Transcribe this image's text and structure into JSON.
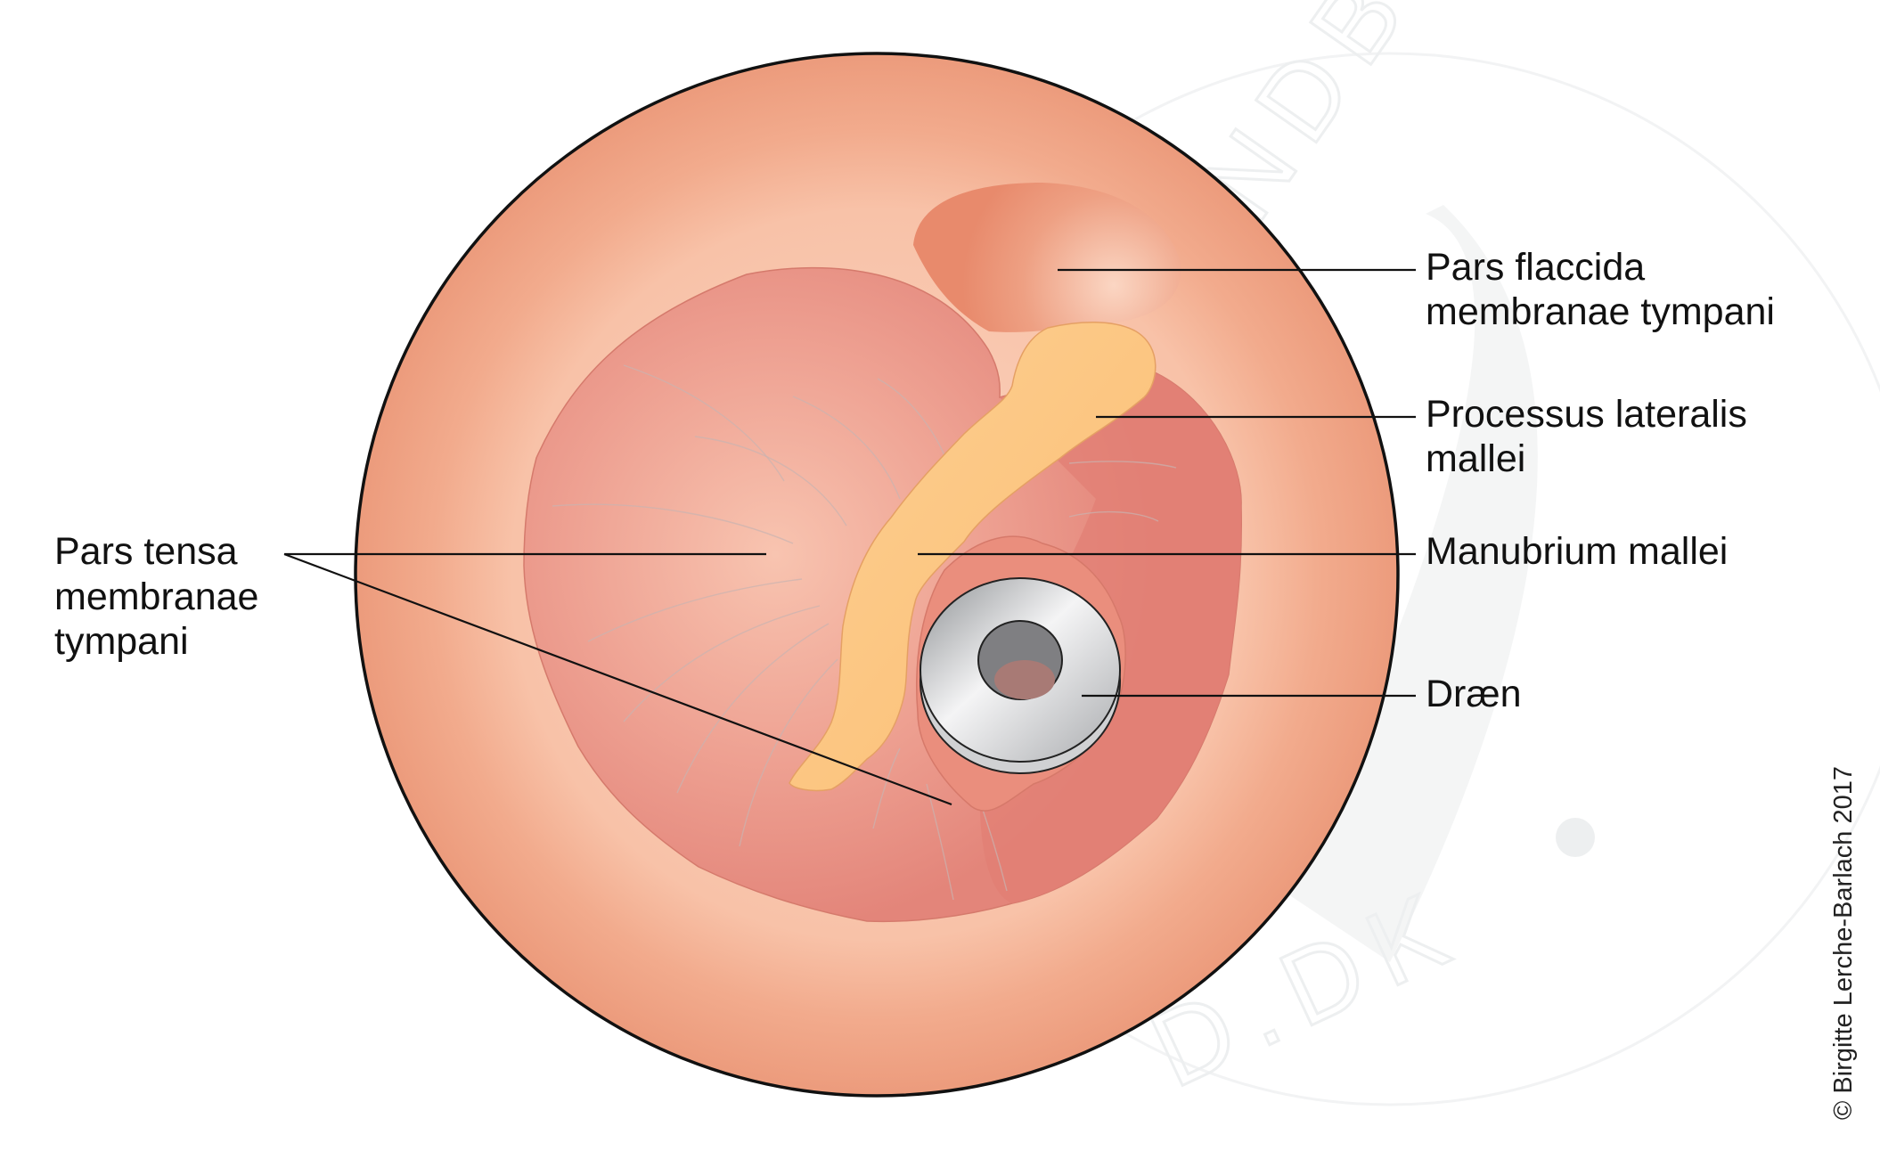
{
  "title": "Trommehinde med dræn",
  "labels": {
    "pars_flaccida": [
      "Pars flaccida",
      "membranae tympani"
    ],
    "processus_lateralis": [
      "Processus lateralis",
      "mallei"
    ],
    "manubrium": [
      "Manubrium mallei"
    ],
    "draen": [
      "Dræn"
    ],
    "pars_tensa": [
      "Pars tensa",
      "membranae",
      "tympani"
    ]
  },
  "copyright": "© Birgitte Lerche-Barlach 2017",
  "watermark": {
    "top": "HÅNDBOGEN",
    "bottom": "D.DK"
  },
  "colors": {
    "canal_outer": "#ee9f80",
    "canal_inner": "#f9c9b2",
    "pars_tensa": "#e8968b",
    "pars_tensa_dark": "#e07f74",
    "malleus": "#fcc47c",
    "drain": "#c9cacc"
  }
}
